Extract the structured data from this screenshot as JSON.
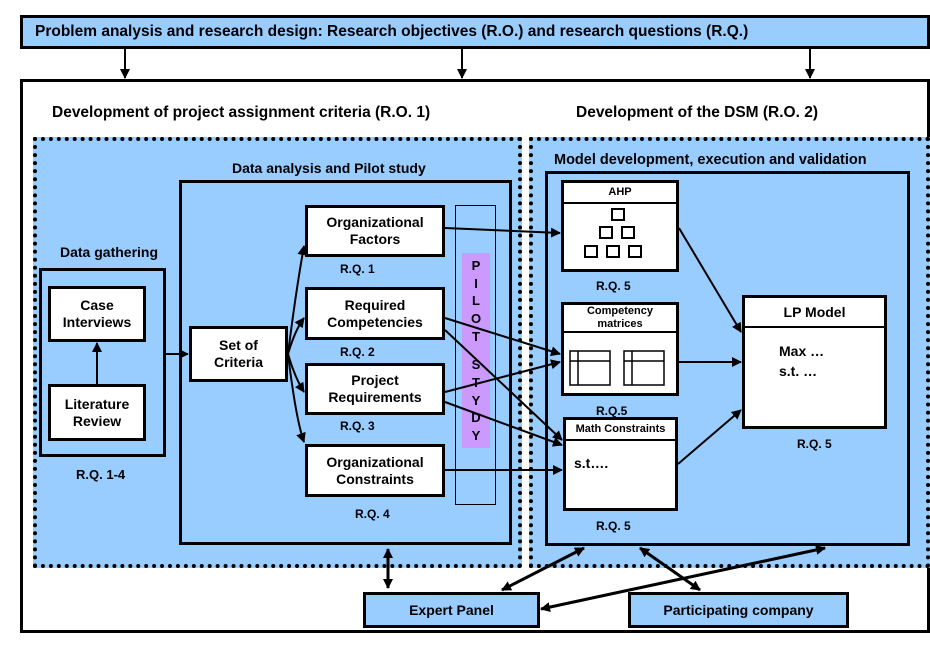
{
  "header": {
    "title": "Problem analysis and research  design: Research objectives (R.O.) and research questions (R.Q.)"
  },
  "left_section": {
    "title": "Development of project assignment criteria (R.O. 1)"
  },
  "right_section": {
    "title": "Development of the DSM (R.O. 2)"
  },
  "data_gathering": {
    "title": "Data gathering",
    "case_line1": "Case",
    "case_line2": "Interviews",
    "lit_line1": "Literature",
    "lit_line2": "Review",
    "rq": "R.Q. 1-4"
  },
  "data_analysis": {
    "title": "Data analysis and Pilot study",
    "criteria_line1": "Set of",
    "criteria_line2": "Criteria",
    "factors": [
      {
        "line1": "Organizational",
        "line2": "Factors",
        "rq": "R.Q. 1"
      },
      {
        "line1": "Required",
        "line2": "Competencies",
        "rq": "R.Q. 2"
      },
      {
        "line1": "Project",
        "line2": "Requirements",
        "rq": "R.Q. 3"
      },
      {
        "line1": "Organizational",
        "line2": "Constraints",
        "rq": "R.Q. 4"
      }
    ],
    "pilot_letters": [
      "P",
      "I",
      "L",
      "O",
      "T",
      "",
      "S",
      "T",
      "Y",
      "D",
      "Y"
    ]
  },
  "model_dev": {
    "title": "Model development, execution and validation",
    "ahp": {
      "title": "AHP",
      "rq": "R.Q. 5"
    },
    "competency": {
      "title_line1": "Competency",
      "title_line2": "matrices",
      "rq": "R.Q.5"
    },
    "math": {
      "title": "Math Constraints",
      "body": "s.t….",
      "rq": "R.Q. 5"
    },
    "lp": {
      "title": "LP Model",
      "line1": "Max …",
      "line2": "s.t. …",
      "rq": "R.Q. 5"
    }
  },
  "bottom": {
    "expert_panel": "Expert Panel",
    "participating_company": "Participating company"
  },
  "colors": {
    "fill": "#99ccff",
    "pilot": "#cc99ff",
    "border": "#000000",
    "background": "#ffffff"
  }
}
